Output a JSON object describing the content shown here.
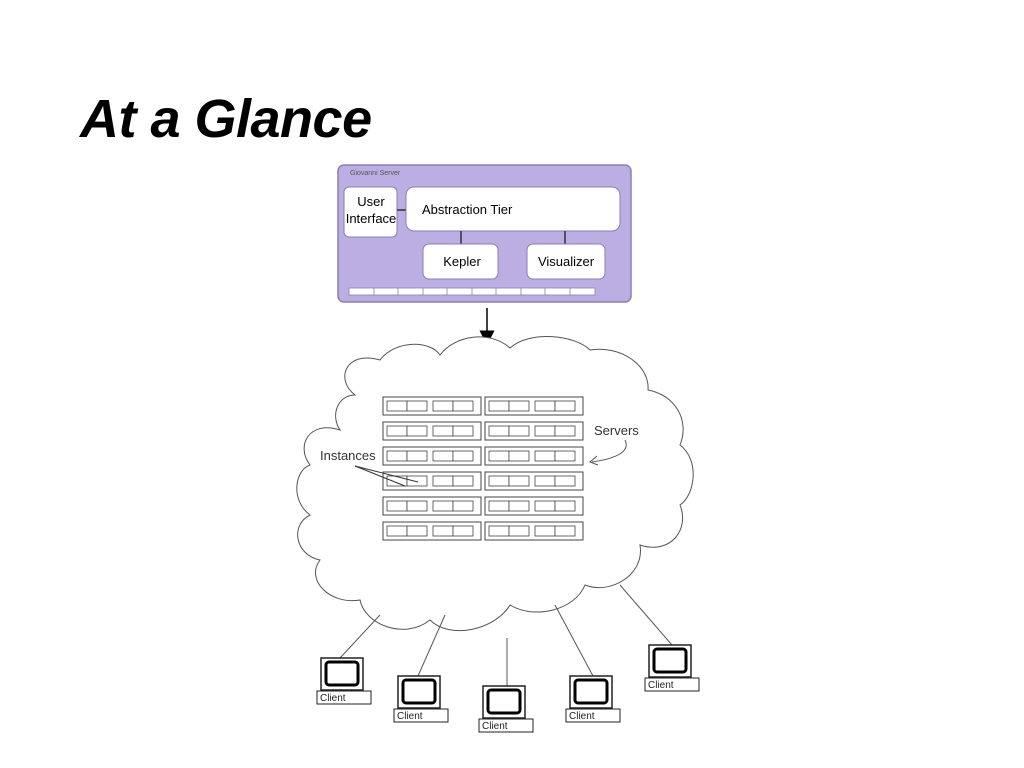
{
  "slide": {
    "title": "At a Glance"
  },
  "server": {
    "label": "Giovanni Server",
    "user_interface": [
      "User",
      "Interface"
    ],
    "abstraction_tier": "Abstraction Tier",
    "kepler": "Kepler",
    "visualizer": "Visualizer",
    "bg_color": "#bcaee3",
    "border_color": "#8a7fb3"
  },
  "cloud": {
    "servers_label": "Servers",
    "instances_label": "Instances",
    "server_rack_rows": 6,
    "rack_columns": 2
  },
  "clients": {
    "label": "Client",
    "items": [
      {
        "label": "Client"
      },
      {
        "label": "Client"
      },
      {
        "label": "Client"
      },
      {
        "label": "Client"
      },
      {
        "label": "Client"
      }
    ]
  }
}
